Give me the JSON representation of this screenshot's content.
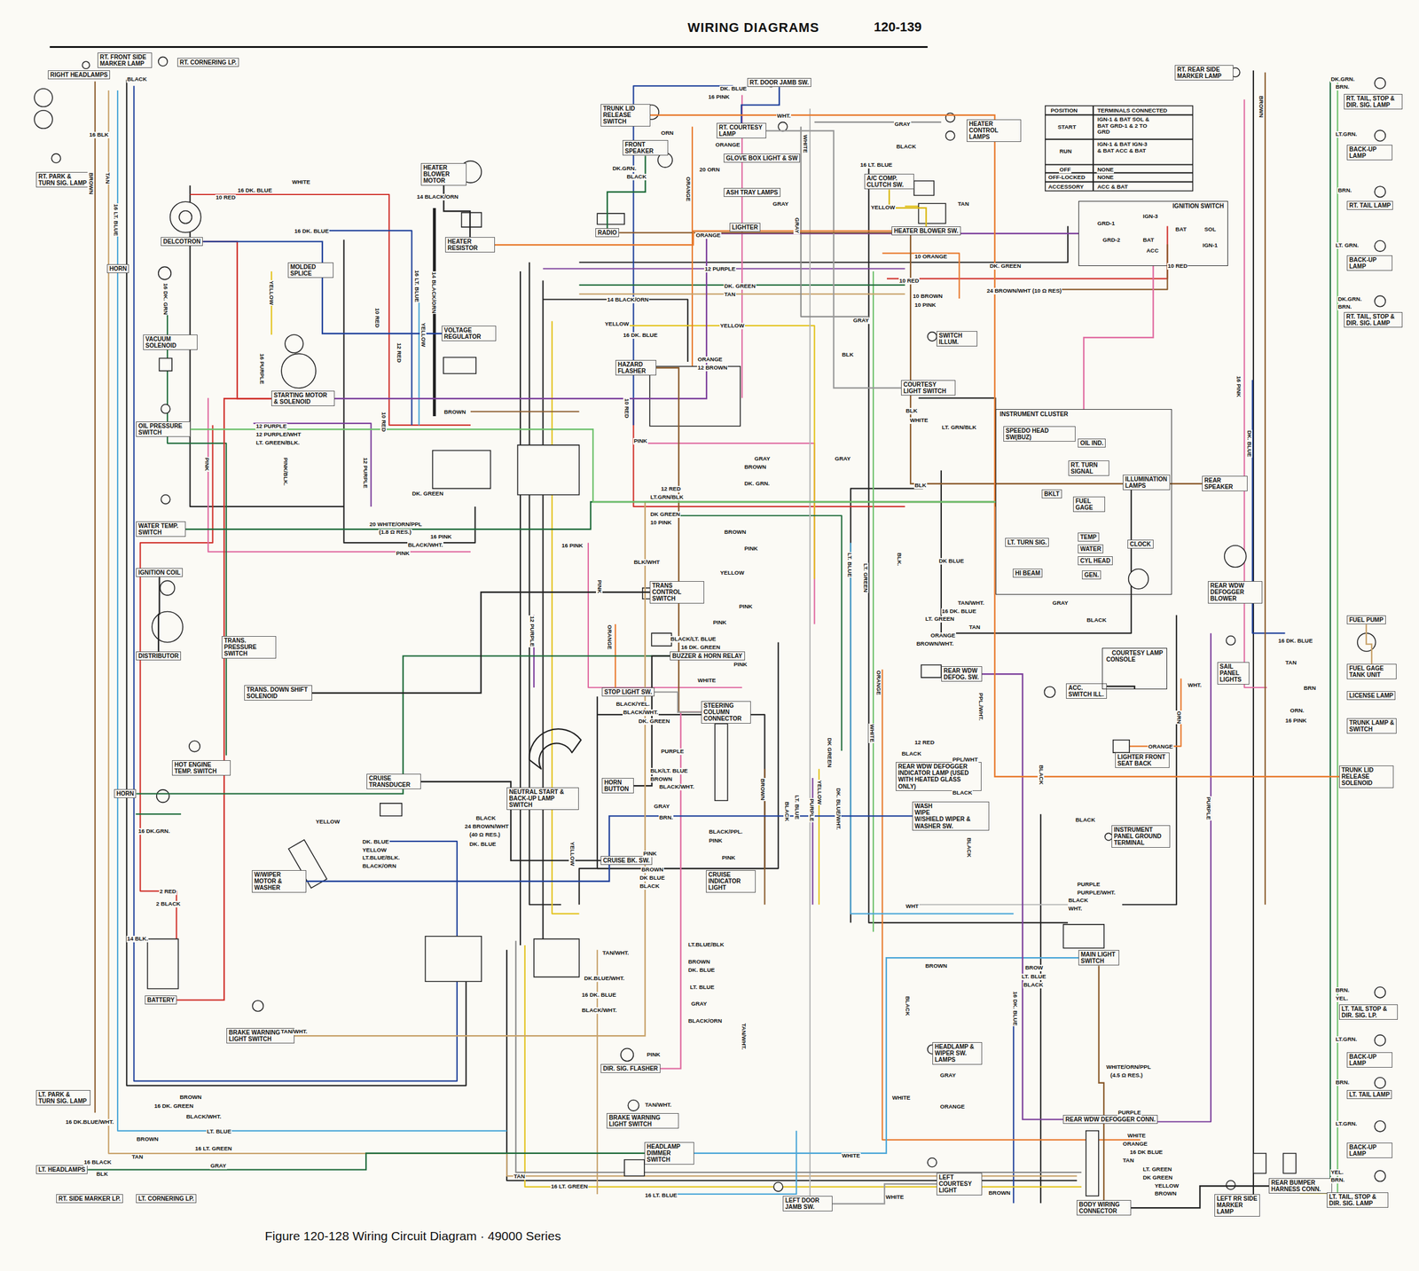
{
  "diagram": {
    "title": "WIRING DIAGRAMS",
    "caption": "Figure 120-128 Wiring Circuit Diagram · 49000 Series",
    "nodes": [
      {
        "text": [
          "RIGHT HEADLAMPS"
        ]
      },
      {
        "text": [
          "RT. FRONT SIDE MARKER LAMP"
        ]
      },
      {
        "text": [
          "RT. CORNERING LP."
        ]
      },
      {
        "text": [
          "RT. PARK & TURN SIG. LAMP"
        ]
      },
      {
        "text": [
          "DELCOTRON"
        ]
      },
      {
        "text": [
          "HORN"
        ]
      },
      {
        "text": [
          "VACUUM SOLENOID"
        ]
      },
      {
        "text": [
          "OIL PRESSURE SWITCH"
        ]
      },
      {
        "text": [
          "WATER TEMP. SWITCH"
        ]
      },
      {
        "text": [
          "IGNITION COIL"
        ]
      },
      {
        "text": [
          "DISTRIBUTOR"
        ]
      },
      {
        "text": [
          "TRANS. PRESSURE SWITCH"
        ]
      },
      {
        "text": [
          "TRANS. DOWN SHIFT SOLENOID"
        ]
      },
      {
        "text": [
          "HOT ENGINE TEMP. SWITCH"
        ]
      },
      {
        "text": [
          "HORN"
        ]
      },
      {
        "text": [
          "BATTERY"
        ]
      },
      {
        "text": [
          "STARTING MOTOR & SOLENOID"
        ]
      },
      {
        "text": [
          "MOLDED SPLICE"
        ]
      },
      {
        "text": [
          "HEATER BLOWER MOTOR"
        ]
      },
      {
        "text": [
          "HEATER RESISTOR"
        ]
      },
      {
        "text": [
          "VOLTAGE REGULATOR"
        ]
      },
      {
        "text": [
          "W/WIPER MOTOR & WASHER"
        ]
      },
      {
        "text": [
          "CRUISE TRANSDUCER"
        ]
      },
      {
        "text": [
          "BRAKE WARNING LIGHT SWITCH"
        ]
      },
      {
        "text": [
          "LT. PARK & TURN SIG. LAMP"
        ]
      },
      {
        "text": [
          "LT. HEADLAMPS"
        ]
      },
      {
        "text": [
          "RT. SIDE MARKER LP."
        ]
      },
      {
        "text": [
          "LT. CORNERING LP."
        ]
      },
      {
        "text": [
          "TRUNK LID RELEASE SWITCH"
        ]
      },
      {
        "text": [
          "FRONT SPEAKER"
        ]
      },
      {
        "text": [
          "RADIO"
        ]
      },
      {
        "text": [
          "RT. DOOR JAMB SW."
        ]
      },
      {
        "text": [
          "RT. COURTESY LAMP"
        ]
      },
      {
        "text": [
          "GLOVE BOX LIGHT & SW"
        ]
      },
      {
        "text": [
          "ASH TRAY LAMPS"
        ]
      },
      {
        "text": [
          "LIGHTER"
        ]
      },
      {
        "text": [
          "HEATER CONTROL LAMPS"
        ]
      },
      {
        "text": [
          "A/C COMP. CLUTCH SW."
        ]
      },
      {
        "text": [
          "HEATER BLOWER SW."
        ]
      },
      {
        "text": [
          "IGNITION SWITCH"
        ]
      },
      {
        "text": [
          "SWITCH ILLUM."
        ]
      },
      {
        "text": [
          "HAZARD FLASHER"
        ]
      },
      {
        "text": [
          "COURTESY LIGHT SWITCH"
        ]
      },
      {
        "text": [
          "INSTRUMENT CLUSTER"
        ]
      },
      {
        "text": [
          "SPEEDO HEAD SW(BUZ)"
        ],
        "in": 43
      },
      {
        "text": [
          "OIL IND."
        ],
        "in": 43
      },
      {
        "text": [
          "RT. TURN SIGNAL"
        ],
        "in": 43
      },
      {
        "text": [
          "ILLUMINATION LAMPS"
        ],
        "in": 43
      },
      {
        "text": [
          "BKLT"
        ],
        "in": 43
      },
      {
        "text": [
          "FUEL GAGE"
        ],
        "in": 43
      },
      {
        "text": [
          "LT. TURN SIG."
        ],
        "in": 43
      },
      {
        "text": [
          "TEMP"
        ],
        "in": 43
      },
      {
        "text": [
          "WATER"
        ],
        "in": 43
      },
      {
        "text": [
          "CYL HEAD"
        ],
        "in": 43
      },
      {
        "text": [
          "HI BEAM"
        ],
        "in": 43
      },
      {
        "text": [
          "GEN."
        ],
        "in": 43
      },
      {
        "text": [
          "CLOCK"
        ],
        "in": 43
      },
      {
        "text": [
          "TRANS CONTROL SWITCH"
        ]
      },
      {
        "text": [
          "BUZZER & HORN RELAY"
        ]
      },
      {
        "text": [
          "STOP LIGHT SW."
        ]
      },
      {
        "text": [
          "STEERING COLUMN CONNECTOR"
        ]
      },
      {
        "text": [
          "NEUTRAL START & BACK-UP LAMP SWITCH"
        ]
      },
      {
        "text": [
          "HORN BUTTON"
        ]
      },
      {
        "text": [
          "CRUISE BK. SW."
        ]
      },
      {
        "text": [
          "CRUISE INDICATOR LIGHT"
        ]
      },
      {
        "text": [
          "DIR. SIG. FLASHER"
        ]
      },
      {
        "text": [
          "BRAKE WARNING LIGHT SWITCH"
        ]
      },
      {
        "text": [
          "HEADLAMP DIMMER SWITCH"
        ]
      },
      {
        "text": [
          "LEFT DOOR JAMB SW."
        ]
      },
      {
        "text": [
          "REAR WDW DEFOG. SW."
        ]
      },
      {
        "text": [
          "ACC. SWITCH ILL."
        ]
      },
      {
        "text": [
          "COURTESY LAMP",
          "CONSOLE"
        ]
      },
      {
        "text": [
          "LIGHTER FRONT SEAT BACK"
        ]
      },
      {
        "text": [
          "REAR WDW DEFOGGER INDICATOR LAMP (USED WITH HEATED GLASS ONLY)"
        ]
      },
      {
        "text": [
          "WASH",
          "WIPE",
          "W/SHIELD WIPER & WASHER SW."
        ]
      },
      {
        "text": [
          "INSTRUMENT PANEL GROUND TERMINAL"
        ]
      },
      {
        "text": [
          "MAIN LIGHT SWITCH"
        ]
      },
      {
        "text": [
          "HEADLAMP & WIPER SW. LAMPS"
        ]
      },
      {
        "text": [
          "LEFT COURTESY LIGHT"
        ]
      },
      {
        "text": [
          "REAR WDW DEFOGGER CONN."
        ]
      },
      {
        "text": [
          "BODY WIRING CONNECTOR"
        ]
      },
      {
        "text": [
          "LEFT RR SIDE MARKER LAMP"
        ]
      },
      {
        "text": [
          "REAR BUMPER HARNESS CONN."
        ]
      },
      {
        "text": [
          "RT. REAR SIDE MARKER LAMP"
        ]
      },
      {
        "text": [
          "RT. TAIL, STOP & DIR. SIG. LAMP"
        ]
      },
      {
        "text": [
          "BACK-UP LAMP"
        ]
      },
      {
        "text": [
          "RT. TAIL LAMP"
        ]
      },
      {
        "text": [
          "BACK-UP LAMP"
        ]
      },
      {
        "text": [
          "RT. TAIL, STOP & DIR. SIG. LAMP"
        ]
      },
      {
        "text": [
          "REAR SPEAKER"
        ]
      },
      {
        "text": [
          "REAR WDW DEFOGGER BLOWER"
        ]
      },
      {
        "text": [
          "FUEL PUMP"
        ]
      },
      {
        "text": [
          "FUEL GAGE TANK UNIT"
        ]
      },
      {
        "text": [
          "SAIL PANEL LIGHTS"
        ]
      },
      {
        "text": [
          "LICENSE LAMP"
        ]
      },
      {
        "text": [
          "TRUNK LAMP & SWITCH"
        ]
      },
      {
        "text": [
          "TRUNK LID RELEASE SOLENOID"
        ]
      },
      {
        "text": [
          "LT. TAIL STOP & DIR. SIG. LP."
        ]
      },
      {
        "text": [
          "BACK-UP LAMP"
        ]
      },
      {
        "text": [
          "LT. TAIL LAMP"
        ]
      },
      {
        "text": [
          "BACK-UP LAMP"
        ]
      },
      {
        "text": [
          "LT. TAIL, STOP & DIR. SIG. LAMP"
        ]
      }
    ],
    "edges": [
      {
        "from": 15,
        "to": 16,
        "arrow": "none"
      },
      {
        "from": 16,
        "to": 4,
        "arrow": "none"
      },
      {
        "from": 4,
        "to": 20,
        "arrow": "none"
      },
      {
        "from": 18,
        "to": 19,
        "arrow": "none"
      },
      {
        "from": 9,
        "to": 10,
        "arrow": "none"
      },
      {
        "from": 39,
        "to": 16,
        "arrow": "none"
      },
      {
        "from": 39,
        "to": 43,
        "arrow": "none"
      },
      {
        "from": 41,
        "to": 60,
        "arrow": "none"
      },
      {
        "from": 65,
        "to": 60,
        "arrow": "none"
      },
      {
        "from": 59,
        "to": 60,
        "arrow": "none"
      },
      {
        "from": 58,
        "to": 14,
        "arrow": "none"
      },
      {
        "from": 62,
        "to": 58,
        "arrow": "none"
      },
      {
        "from": 76,
        "to": 67,
        "arrow": "none"
      },
      {
        "from": 67,
        "to": 25,
        "arrow": "none"
      },
      {
        "from": 76,
        "to": 80,
        "arrow": "none"
      },
      {
        "from": 80,
        "to": 82,
        "arrow": "none"
      },
      {
        "from": 82,
        "to": 101,
        "arrow": "none"
      },
      {
        "from": 69,
        "to": 79,
        "arrow": "none"
      },
      {
        "from": 42,
        "to": 32,
        "arrow": "none"
      },
      {
        "from": 68,
        "to": 78,
        "arrow": "none"
      },
      {
        "from": 31,
        "to": 32,
        "arrow": "none"
      },
      {
        "from": 30,
        "to": 29,
        "arrow": "none"
      },
      {
        "from": 30,
        "to": 89,
        "arrow": "none"
      },
      {
        "from": 28,
        "to": 96,
        "arrow": "none"
      },
      {
        "from": 70,
        "to": 71,
        "arrow": "none"
      },
      {
        "from": 91,
        "to": 92,
        "arrow": "none"
      },
      {
        "from": 74,
        "to": 21,
        "arrow": "none"
      },
      {
        "from": 63,
        "to": 22,
        "arrow": "none"
      },
      {
        "from": 23,
        "to": 43,
        "arrow": "none"
      },
      {
        "from": 8,
        "to": 43,
        "arrow": "none"
      },
      {
        "from": 7,
        "to": 43,
        "arrow": "none"
      },
      {
        "from": 38,
        "to": 19,
        "arrow": "none"
      },
      {
        "from": 37,
        "to": 38,
        "arrow": "none"
      },
      {
        "from": 57,
        "to": 12,
        "arrow": "none"
      }
    ],
    "labels": [
      "120-139",
      "POSITION",
      "TERMINALS CONNECTED",
      "START",
      "IGN-1 & BAT SOL & BAT GRD-1 & 2 TO GRD",
      "RUN",
      "IGN-1 & BAT IGN-3 & BAT ACC & BAT",
      "OFF",
      "NONE",
      "OFF-LOCKED",
      "NONE",
      "ACCESSORY",
      "ACC & BAT",
      "GRD-1",
      "IGN-3",
      "BAT",
      "SOL",
      "GRD-2",
      "BAT",
      "ACC",
      "IGN-1",
      "BLACK",
      "16 BLK",
      "BROWN",
      "TAN",
      "16 LT. BLUE",
      "16 DK. GRN",
      "WHITE",
      "16 DK. BLUE",
      "10 RED",
      "16 DK. BLUE",
      "YELLOW",
      "10 RED",
      "12 RED",
      "16 PURPLE",
      "10 RED",
      "12 PURPLE",
      "14 BLACK/ORN",
      "16 LT. BLUE",
      "14 BLACK/ORN",
      "YELLOW",
      "BROWN",
      "12 PURPLE",
      "12 PURPLE/WHT",
      "LT. GREEN/BLK.",
      "PINK",
      "PINK/BLK.",
      "DK. GREEN",
      "20 WHITE/ORN/PPL",
      "(1.8 Ω RES.)",
      "16 PINK",
      "BLACK/WHT.",
      "PINK",
      "16 DK.GRN.",
      "2 RED",
      "2 BLACK",
      "14 BLK.",
      "YELLOW",
      "DK. BLUE",
      "YELLOW",
      "LT.BLUE/BLK.",
      "BLACK/ORN",
      "BLACK",
      "24 BROWN/WHT",
      "(40 Ω RES.)",
      "DK. BLUE",
      "TAN/WHT.",
      "BROWN",
      "16 DK. GREEN",
      "BLACK/WHT.",
      "16 DK.BLUE/WHT.",
      "LT. BLUE",
      "BROWN",
      "16 LT. GREEN",
      "TAN",
      "GRAY",
      "16 BLACK",
      "BLK",
      "DK. BLUE",
      "16 PINK",
      "WHT.",
      "WHITE",
      "ORN",
      "ORANGE",
      "20 ORN",
      "DK.GRN.",
      "BLACK",
      "ORANGE",
      "ORANGE",
      "GRAY",
      "GRAY",
      "GRAY",
      "BLACK",
      "16 LT. BLUE",
      "YELLOW",
      "TAN",
      "12 PURPLE",
      "DK. GREEN",
      "TAN",
      "14 BLACK/ORN",
      "10 ORANGE",
      "10 RED",
      "10 BROWN",
      "10 PINK",
      "DK. GREEN",
      "24 BROWN/WHT (10 Ω RES)",
      "10 RED",
      "GRAY",
      "YELLOW",
      "YELLOW",
      "16 DK. BLUE",
      "ORANGE",
      "12 BROWN",
      "BLK",
      "10 RED",
      "BLK",
      "WHITE",
      "LT. GRN/BLK",
      "PINK",
      "GRAY",
      "BROWN",
      "DK. GRN.",
      "GRAY",
      "BLK",
      "12 RED",
      "LT.GRN/BLK",
      "DK GREEN",
      "10 PINK",
      "BROWN",
      "PINK",
      "16 PINK",
      "BLK/WHT",
      "YELLOW",
      "LT. BLUE",
      "LT. GREEN",
      "BLK.",
      "DK BLUE",
      "PINK",
      "PINK",
      "BLACK/LT. BLUE",
      "16 DK. GREEN",
      "PINK",
      "WHITE",
      "12 PURPLE",
      "PINK",
      "ORANGE",
      "16 DK. BLUE",
      "TAN/WHT.",
      "LT. GREEN",
      "TAN",
      "ORANGE",
      "BROWN/WHT.",
      "GRAY",
      "BLACK",
      "BLACK/YEL.",
      "BLACK/WHT.",
      "DK. GREEN",
      "PURPLE",
      "BLK/LT. BLUE",
      "BROWN",
      "BLACK/WHT.",
      "GRAY",
      "BRN.",
      "BLACK/PPL.",
      "PINK",
      "PINK",
      "PINK",
      "BROWN",
      "DK BLUE",
      "BLACK",
      "BROWN",
      "LT. BLUE",
      "PURPLE",
      "YELLOW",
      "DK. BLUE/WHT.",
      "DK GREEN",
      "YELLOW",
      "BLACK",
      "TAN/WHT.",
      "LT.BLUE/BLK",
      "BROWN",
      "DK. BLUE",
      "DK.BLUE/WHT.",
      "LT. BLUE",
      "16 DK. BLUE",
      "GRAY",
      "BLACK/WHT.",
      "BLACK/ORN",
      "TAN/WHT.",
      "PINK",
      "TAN/WHT.",
      "TAN",
      "16 LT. GREEN",
      "16 LT. BLUE",
      "WHITE",
      "WHITE",
      "WHITE",
      "ORANGE",
      "PPL./WHT.",
      "12 RED",
      "BLACK",
      "PPL/WHT",
      "BLACK",
      "BLACK",
      "BLACK",
      "BLACK",
      "WHT",
      "PURPLE",
      "PURPLE/WHT.",
      "BLACK",
      "WHT.",
      "BROWN",
      "BROW",
      "LT. BLUE",
      "BLACK",
      "16 DK. BLUE",
      "BLACK",
      "GRAY",
      "WHITE",
      "ORANGE",
      "BROWN",
      "WHITE/ORN/PPL",
      "(4.5 Ω RES.)",
      "PURPLE",
      "WHITE",
      "ORANGE",
      "16 DK BLUE",
      "TAN",
      "LT. GREEN",
      "DK GREEN",
      "YELLOW",
      "BROWN",
      "WHT.",
      "ORN",
      "ORANGE",
      "PURPLE",
      "16 PINK",
      "DK. BLUE",
      "BROWN",
      "16 DK. BLUE",
      "TAN",
      "BRN",
      "ORN.",
      "16 PINK",
      "DK.GRN.",
      "BRN.",
      "LT.GRN.",
      "BRN.",
      "LT. GRN.",
      "DK.GRN.",
      "BRN.",
      "BRN.",
      "YEL.",
      "LT.GRN.",
      "BRN.",
      "LT.GRN.",
      "YEL.",
      "BRN."
    ]
  }
}
